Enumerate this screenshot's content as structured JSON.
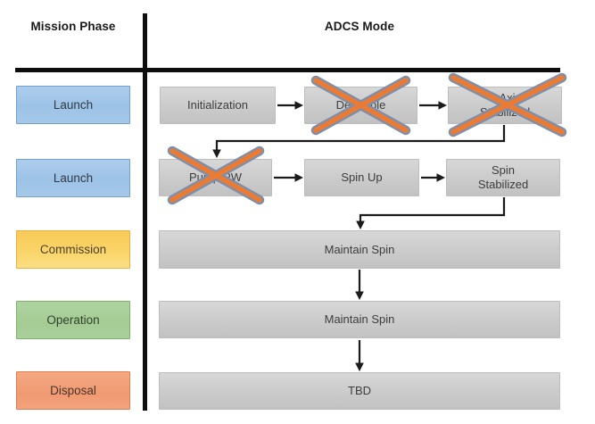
{
  "header": {
    "mission_phase": "Mission Phase",
    "adcs_mode": "ADCS Mode"
  },
  "mission_phases": [
    {
      "label": "Launch",
      "color_name": "blue"
    },
    {
      "label": "Launch",
      "color_name": "blue"
    },
    {
      "label": "Commission",
      "color_name": "yellow"
    },
    {
      "label": "Operation",
      "color_name": "green"
    },
    {
      "label": "Disposal",
      "color_name": "salmon"
    }
  ],
  "adcs_modes": [
    {
      "label": "Initialization",
      "crossed_out": false
    },
    {
      "label": "Detumble",
      "crossed_out": true
    },
    {
      "label": "3-Axis Stabilized",
      "crossed_out": true
    },
    {
      "label": "Pump RW",
      "crossed_out": true
    },
    {
      "label": "Spin Up",
      "crossed_out": false
    },
    {
      "label": "Spin Stabilized",
      "crossed_out": false
    },
    {
      "label": "Maintain Spin",
      "crossed_out": false
    },
    {
      "label": "Maintain Spin",
      "crossed_out": false
    },
    {
      "label": "TBD",
      "crossed_out": false
    }
  ],
  "colors": {
    "phase_blue": "#9CC2E6",
    "phase_blue_border": "#6FA0CF",
    "phase_yellow": "#FAD468",
    "phase_yellow_border": "#EDAE45",
    "phase_green": "#A4CC94",
    "phase_green_border": "#7FB26B",
    "phase_salmon": "#F09A72",
    "phase_salmon_border": "#E07E52",
    "mode_gray": "#CBCBCB",
    "mode_gray_border": "#BDBDBD",
    "cross_orange": "#EA7B35",
    "cross_outline": "#7D8FAC",
    "line_black": "#1B1B1B"
  }
}
